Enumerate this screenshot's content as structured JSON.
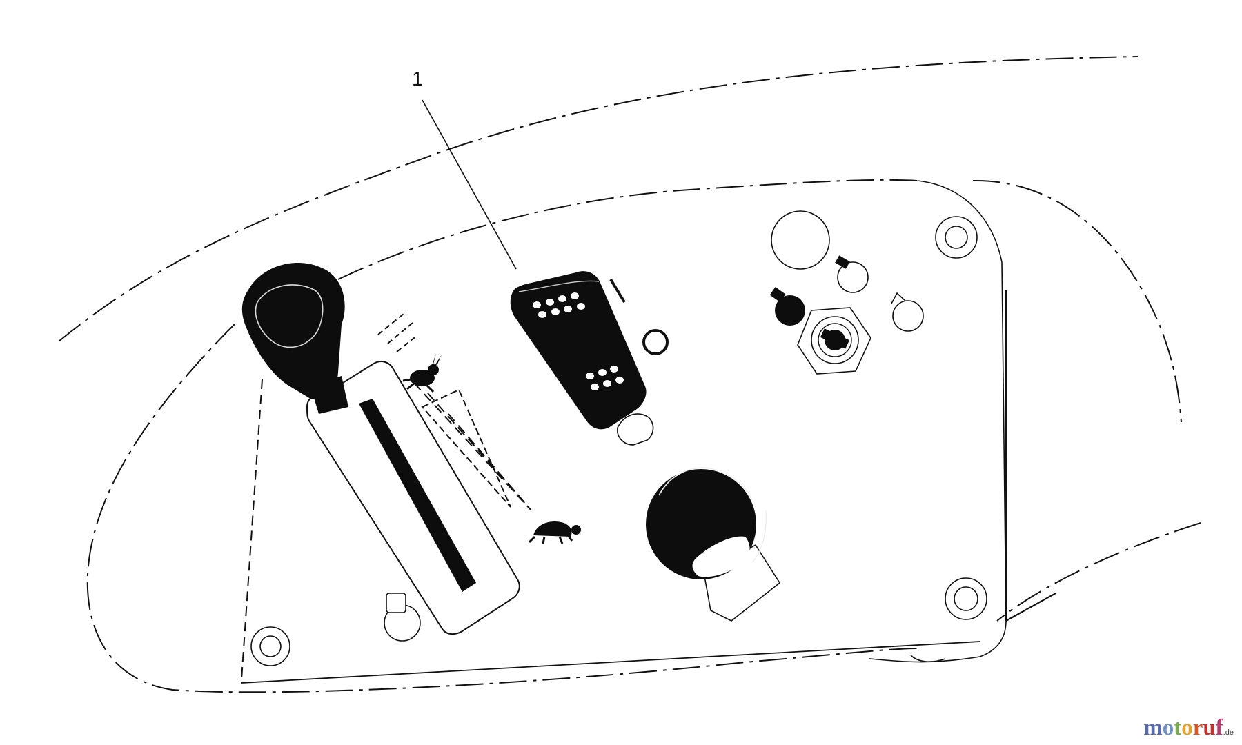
{
  "diagram": {
    "callouts": [
      {
        "label": "1",
        "target": "rocker-switch"
      }
    ],
    "line_color": "#111111",
    "fill_color": "#0d0d0d",
    "icons": {
      "fast": "rabbit-icon",
      "slow": "turtle-icon"
    }
  },
  "watermark": {
    "letters": [
      {
        "char": "m",
        "color": "#5b6aa8"
      },
      {
        "char": "o",
        "color": "#6f8fc4"
      },
      {
        "char": "t",
        "color": "#7aa84f"
      },
      {
        "char": "o",
        "color": "#e0a330"
      },
      {
        "char": "r",
        "color": "#d9592b"
      },
      {
        "char": "u",
        "color": "#c2332e"
      },
      {
        "char": "f",
        "color": "#b83b6b"
      }
    ],
    "tld": ".de"
  }
}
